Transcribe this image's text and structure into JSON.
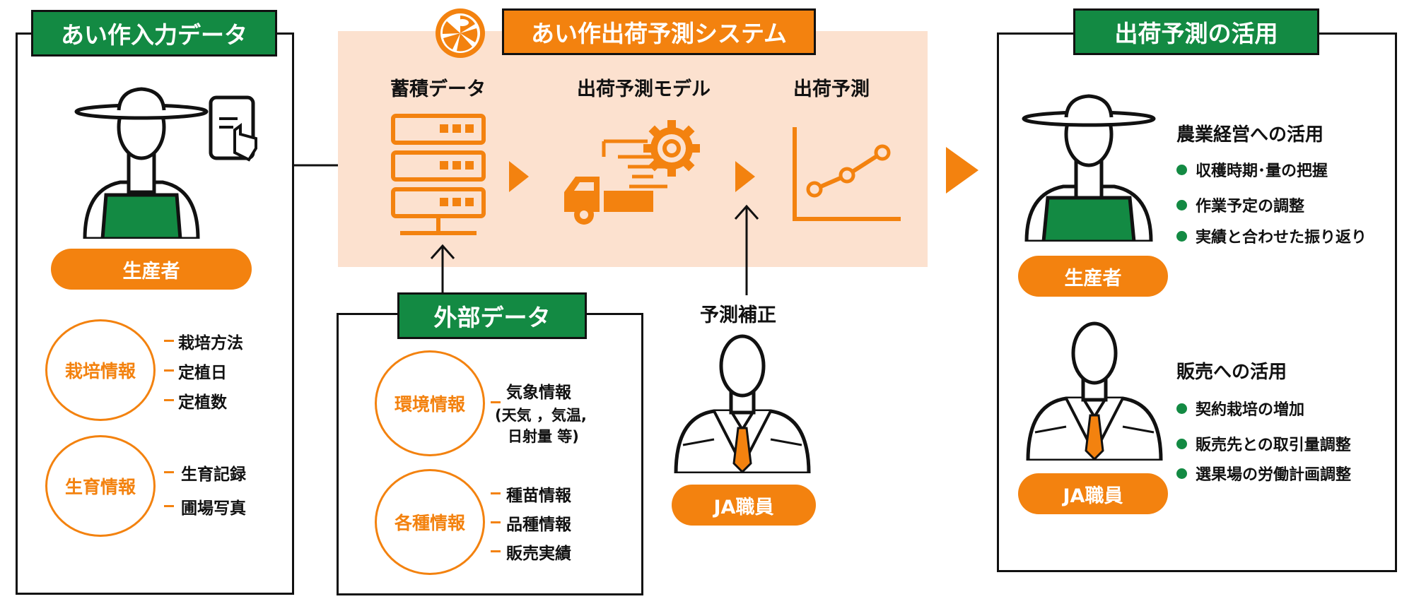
{
  "input_panel": {
    "title": "あい作入力データ",
    "role": "生産者",
    "cultivation": {
      "label": "栽培情報",
      "items": [
        "栽培方法",
        "定植日",
        "定植数"
      ]
    },
    "growth": {
      "label": "生育情報",
      "items": [
        "生育記録",
        "圃場写真"
      ]
    }
  },
  "system": {
    "title": "あい作出荷予測システム",
    "stages": [
      "蓄積データ",
      "出荷予測モデル",
      "出荷予測"
    ]
  },
  "external": {
    "title": "外部データ",
    "environment": {
      "label": "環境情報",
      "item": "気象情報",
      "detail1": "(天気 ，気温,",
      "detail2": "日射量 等)"
    },
    "various": {
      "label": "各種情報",
      "items": [
        "種苗情報",
        "品種情報",
        "販売実績"
      ]
    }
  },
  "correction": {
    "label": "予測補正",
    "role": "JA職員"
  },
  "usage_panel": {
    "title": "出荷予測の活用",
    "farm": {
      "heading": "農業経営への活用",
      "bullets": [
        "収穫時期･量の把握",
        "作業予定の調整",
        "実績と合わせた振り返り"
      ],
      "role": "生産者"
    },
    "sales": {
      "heading": "販売への活用",
      "bullets": [
        "契約栽培の増加",
        "販売先との取引量調整",
        "選果場の労働計画調整"
      ],
      "role": "JA職員"
    }
  },
  "colors": {
    "accent": "#f3820f",
    "green": "#138a43",
    "band": "#fce1cf"
  }
}
